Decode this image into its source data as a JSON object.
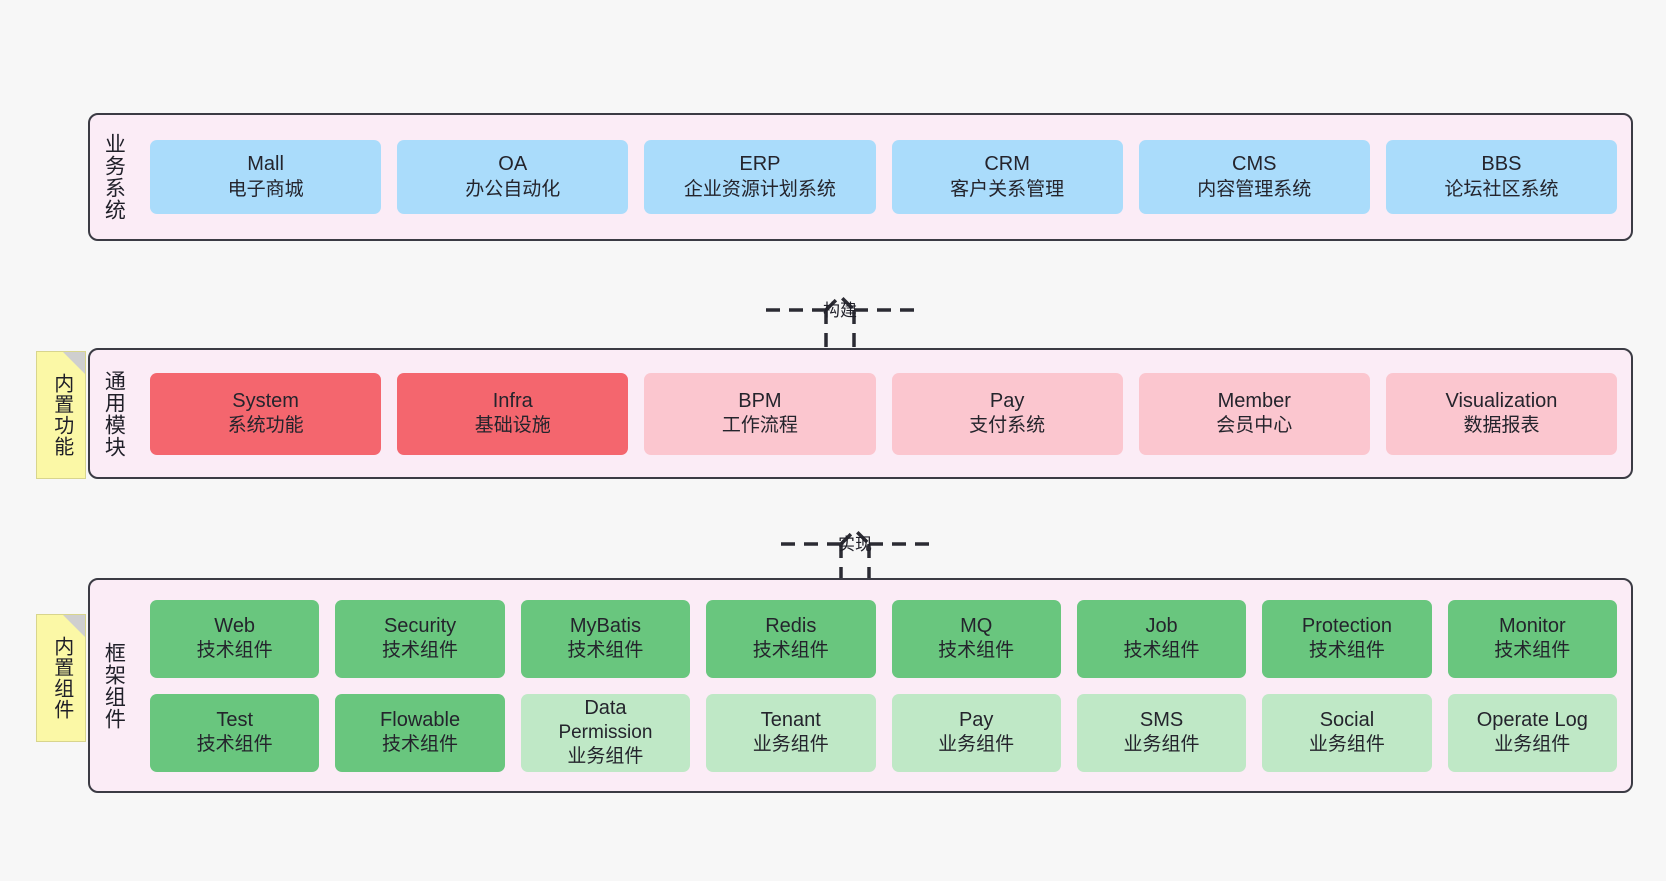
{
  "layers": [
    {
      "key": "business",
      "title": "业务系统",
      "rows": [
        [
          {
            "l1": "Mall",
            "l2": "电子商城",
            "color": "blue"
          },
          {
            "l1": "OA",
            "l2": "办公自动化",
            "color": "blue"
          },
          {
            "l1": "ERP",
            "l2": "企业资源计划系统",
            "color": "blue"
          },
          {
            "l1": "CRM",
            "l2": "客户关系管理",
            "color": "blue"
          },
          {
            "l1": "CMS",
            "l2": "内容管理系统",
            "color": "blue"
          },
          {
            "l1": "BBS",
            "l2": "论坛社区系统",
            "color": "blue"
          }
        ]
      ]
    },
    {
      "key": "common",
      "title": "通用模块",
      "note": "内置功能",
      "rows": [
        [
          {
            "l1": "System",
            "l2": "系统功能",
            "color": "red"
          },
          {
            "l1": "Infra",
            "l2": "基础设施",
            "color": "red"
          },
          {
            "l1": "BPM",
            "l2": "工作流程",
            "color": "pink"
          },
          {
            "l1": "Pay",
            "l2": "支付系统",
            "color": "pink"
          },
          {
            "l1": "Member",
            "l2": "会员中心",
            "color": "pink"
          },
          {
            "l1": "Visualization",
            "l2": "数据报表",
            "color": "pink"
          }
        ]
      ]
    },
    {
      "key": "frame",
      "title": "框架组件",
      "note": "内置组件",
      "rows": [
        [
          {
            "l1": "Web",
            "l2": "技术组件",
            "color": "green"
          },
          {
            "l1": "Security",
            "l2": "技术组件",
            "color": "green"
          },
          {
            "l1": "MyBatis",
            "l2": "技术组件",
            "color": "green"
          },
          {
            "l1": "Redis",
            "l2": "技术组件",
            "color": "green"
          },
          {
            "l1": "MQ",
            "l2": "技术组件",
            "color": "green"
          },
          {
            "l1": "Job",
            "l2": "技术组件",
            "color": "green"
          },
          {
            "l1": "Protection",
            "l2": "技术组件",
            "color": "green"
          },
          {
            "l1": "Monitor",
            "l2": "技术组件",
            "color": "green"
          }
        ],
        [
          {
            "l1": "Test",
            "l2": "技术组件",
            "color": "green"
          },
          {
            "l1": "Flowable",
            "l2": "技术组件",
            "color": "green"
          },
          {
            "l1": "Data",
            "l2": "Permission",
            "l3": "业务组件",
            "color": "lightgreen"
          },
          {
            "l1": "Tenant",
            "l2": "业务组件",
            "color": "lightgreen"
          },
          {
            "l1": "Pay",
            "l2": "业务组件",
            "color": "lightgreen"
          },
          {
            "l1": "SMS",
            "l2": "业务组件",
            "color": "lightgreen"
          },
          {
            "l1": "Social",
            "l2": "业务组件",
            "color": "lightgreen"
          },
          {
            "l1": "Operate Log",
            "l2": "业务组件",
            "color": "lightgreen"
          }
        ]
      ]
    }
  ],
  "arrows": [
    {
      "key": "build",
      "label": "构建"
    },
    {
      "key": "implement",
      "label": "实现"
    }
  ],
  "colors": {
    "layer_background": "#fbecf6",
    "layer_border": "#3b3b44",
    "business_card": "#aadcfb",
    "common_core_card": "#f4666e",
    "common_card": "#fbc6cf",
    "tech_component_card": "#69c67e",
    "business_component_card": "#bfe8c6",
    "note_background": "#fbf8a6",
    "canvas_background": "#f7f7f7"
  }
}
